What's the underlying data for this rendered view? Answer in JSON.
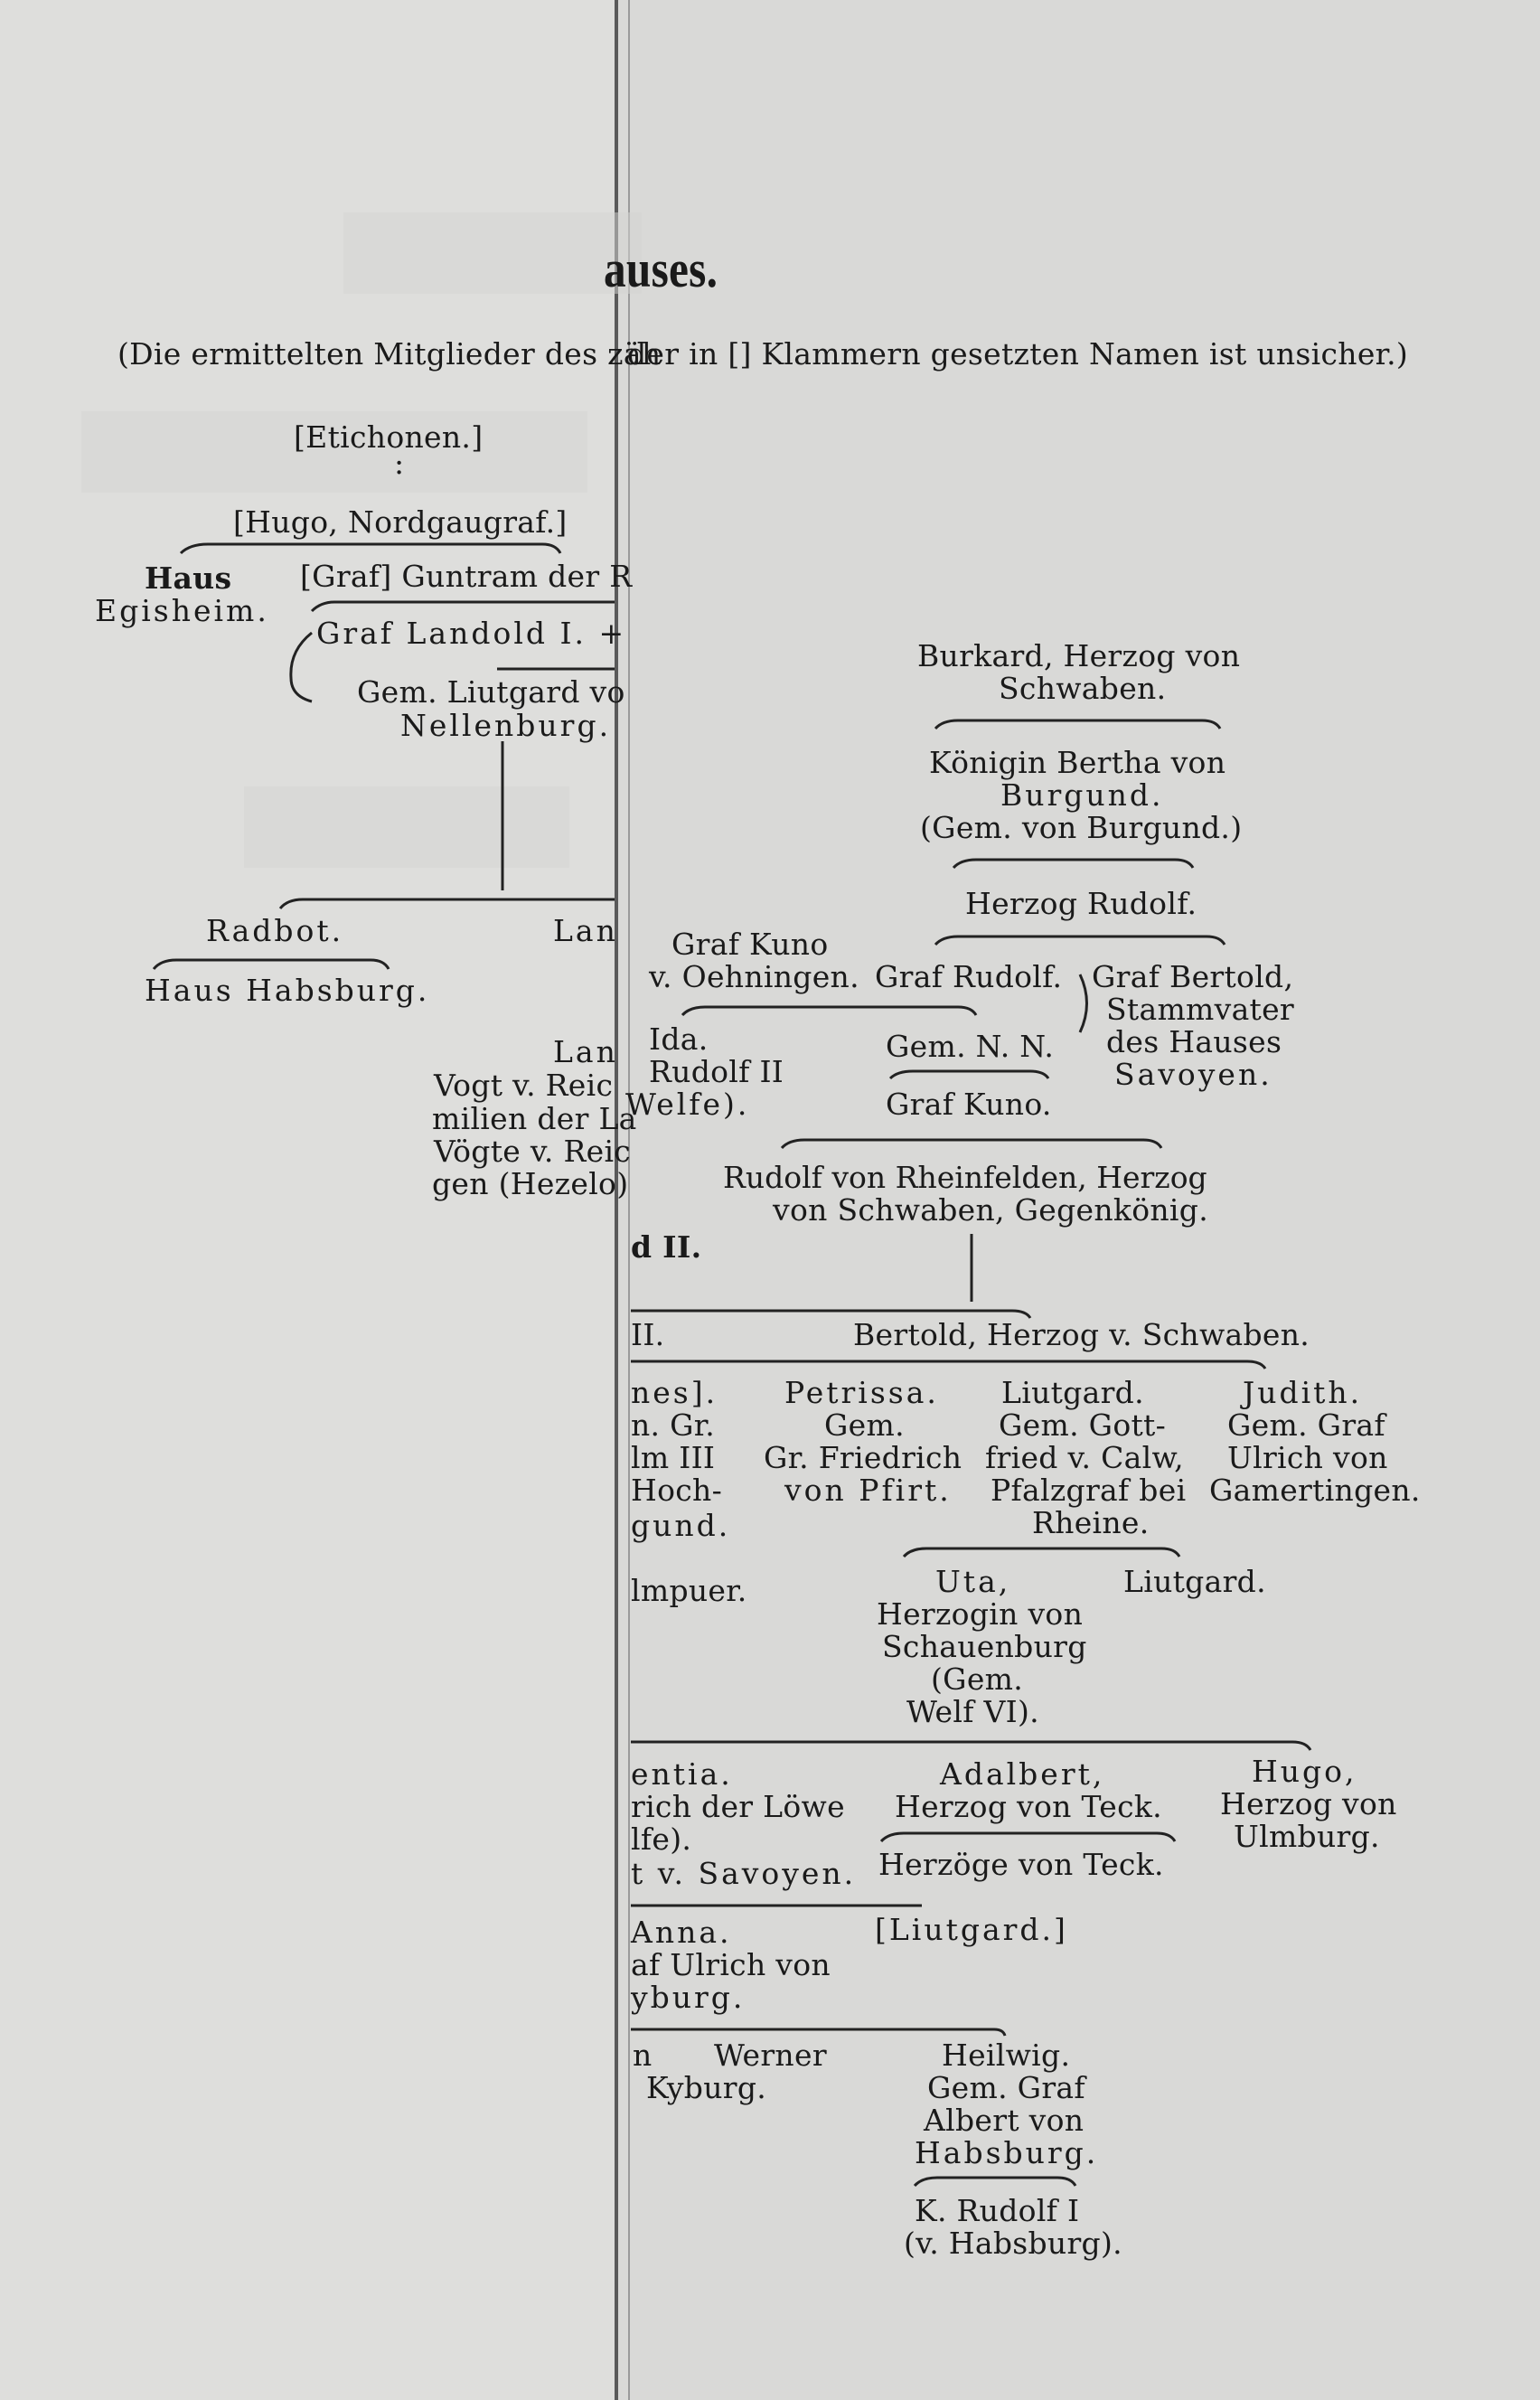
{
  "heading": {
    "title_fragment": "auses.",
    "note_left": "(Die ermittelten Mitglieder des zäh",
    "note_right": "der in [] Klammern gesetzten Namen ist unsicher.)"
  },
  "left": {
    "etichonen": "[Etichonen.]",
    "dots": ":",
    "hugo": "[Hugo, Nordgaugraf.]",
    "haus": "Haus",
    "egisheim": "Egisheim.",
    "guntram": "[Graf] Guntram der R",
    "landold": "Graf Landold I. +",
    "liutgard": "Gem. Liutgard vo",
    "nellenburg": "Nellenburg.",
    "radbot": "Radbot.",
    "lan1": "Lan",
    "haus_habsburg": "Haus Habsburg.",
    "lan2": "Lan",
    "vogt": "Vogt v. Reic",
    "milien": "milien der La",
    "voegte": "Vögte v. Reic",
    "gen": "gen (Hezelo)"
  },
  "right": {
    "burkard1": "Burkard, Herzog von",
    "burkard2": "Schwaben.",
    "bertha1": "Königin Bertha von",
    "bertha2": "Burgund.",
    "bertha3": "(Gem. von Burgund.)",
    "rudolf_herzog": "Herzog Rudolf.",
    "kuno1": "Graf Kuno",
    "kuno2": "v. Oehningen.",
    "graf_rudolf": "Graf Rudolf.",
    "bertold1": "Graf Bertold,",
    "bertold2": "Stammvater",
    "bertold3": "des Hauses",
    "bertold4": "Savoyen.",
    "ida": "Ida.",
    "rudolf2": "Rudolf II",
    "welfe": "Welfe).",
    "gem_nn": "Gem. N. N.",
    "graf_kuno": "Graf Kuno.",
    "rheinfelden1": "Rudolf von Rheinfelden, Herzog",
    "rheinfelden2": "von Schwaben, Gegenkönig.",
    "d_ii": "d II.",
    "ii": "II.",
    "bertold_schwaben": "Bertold, Herzog v. Schwaben.",
    "nes": "nes].",
    "gr": "n. Gr.",
    "lm3": "lm III",
    "hoch": "Hoch-",
    "gund": "gund.",
    "petrissa": [
      "Petrissa.",
      "Gem.",
      "Gr. Friedrich",
      "von Pfirt."
    ],
    "liutgard_col": [
      "Liutgard.",
      "Gem. Gott-",
      "fried v. Calw,",
      "Pfalzgraf bei",
      "Rheine."
    ],
    "judith": [
      "Judith.",
      "Gem. Graf",
      "Ulrich von",
      "Gamertingen."
    ],
    "lmpuer": "lmpuer.",
    "uta": [
      "Uta,",
      "Herzogin von",
      "Schauenburg",
      "(Gem.",
      "Welf VI)."
    ],
    "liutgard2": "Liutgard.",
    "entia": "entia.",
    "loewe": "rich der Löwe",
    "lfe": "lfe).",
    "savoyen": "t v. Savoyen.",
    "adalbert1": "Adalbert,",
    "adalbert2": "Herzog von Teck.",
    "herzoege": "Herzöge von Teck.",
    "hugo_u": [
      "Hugo,",
      "Herzog von",
      "Ulmburg."
    ],
    "anna": "Anna.",
    "ulrich": "af Ulrich von",
    "kyburg_a": "yburg.",
    "liutgard3": "[Liutgard.]",
    "n": "n",
    "werner": "Werner",
    "kyburg": "Kyburg.",
    "heilwig": [
      "Heilwig.",
      "Gem. Graf",
      "Albert von",
      "Habsburg."
    ],
    "k_rudolf": "K. Rudolf I",
    "v_habsburg": "(v. Habsburg)."
  }
}
